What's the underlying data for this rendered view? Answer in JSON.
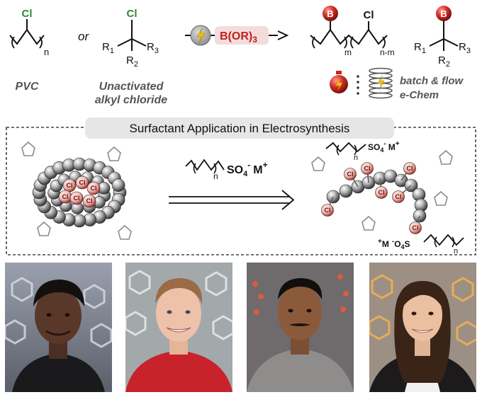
{
  "top_scheme": {
    "pvc": {
      "atom_cl": "Cl",
      "subscript_n": "n",
      "label": "PVC"
    },
    "or_text": "or",
    "alkyl_chloride": {
      "atom_cl": "Cl",
      "r1": "R",
      "r1_sub": "1",
      "r2": "R",
      "r2_sub": "2",
      "r3": "R",
      "r3_sub": "3",
      "label_line1": "Unactivated",
      "label_line2": "alkyl chloride"
    },
    "reagent": {
      "text": "B(OR)",
      "sub": "3"
    },
    "product_polymer": {
      "atom_b": "B",
      "atom_cl": "Cl",
      "subscript_m": "m",
      "subscript_nm": "n-m"
    },
    "product_molecule": {
      "atom_b": "B",
      "r1": "R",
      "r1_sub": "1",
      "r2": "R",
      "r2_sub": "2",
      "r3": "R",
      "r3_sub": "3"
    },
    "conditions": {
      "line1": "batch & flow",
      "line2": "e-Chem"
    }
  },
  "surfactant_panel": {
    "title": "Surfactant Application in Electrosynthesis",
    "arrow_label": {
      "subscript_n": "n",
      "so4": "SO",
      "so4_sub": "4",
      "so4_sup": "-",
      "m": "M",
      "m_sup": "+"
    },
    "micelle_cl": [
      "Cl",
      "Cl",
      "Cl",
      "Cl",
      "Cl",
      "Cl"
    ],
    "chain_cl": [
      "Cl",
      "Cl",
      "Cl",
      "Cl",
      "Cl",
      "Cl",
      "Cl"
    ],
    "top_surfactant": {
      "subscript_n": "n",
      "so4": "SO",
      "so4_sub": "4",
      "so4_sup": "-",
      "m": "M",
      "m_sup": "+"
    },
    "bottom_surfactant": {
      "m_sup": "+",
      "m": "M",
      "o4s_sup": "-",
      "o4s": "O",
      "o4s_sub": "4",
      "s": "S",
      "subscript_n": "n"
    }
  },
  "colors": {
    "chlorine": "#2e8b2e",
    "boron_ball": "#c8221e",
    "chain_ball": "#9a9a9a",
    "solvent": "#8c8c8c",
    "panel_border": "#444444",
    "title_bg": "#e6e6e6"
  },
  "icons": [
    "electrode-icon",
    "stopwatch-icon",
    "flow-coil-icon",
    "solvent-ring-icon"
  ]
}
